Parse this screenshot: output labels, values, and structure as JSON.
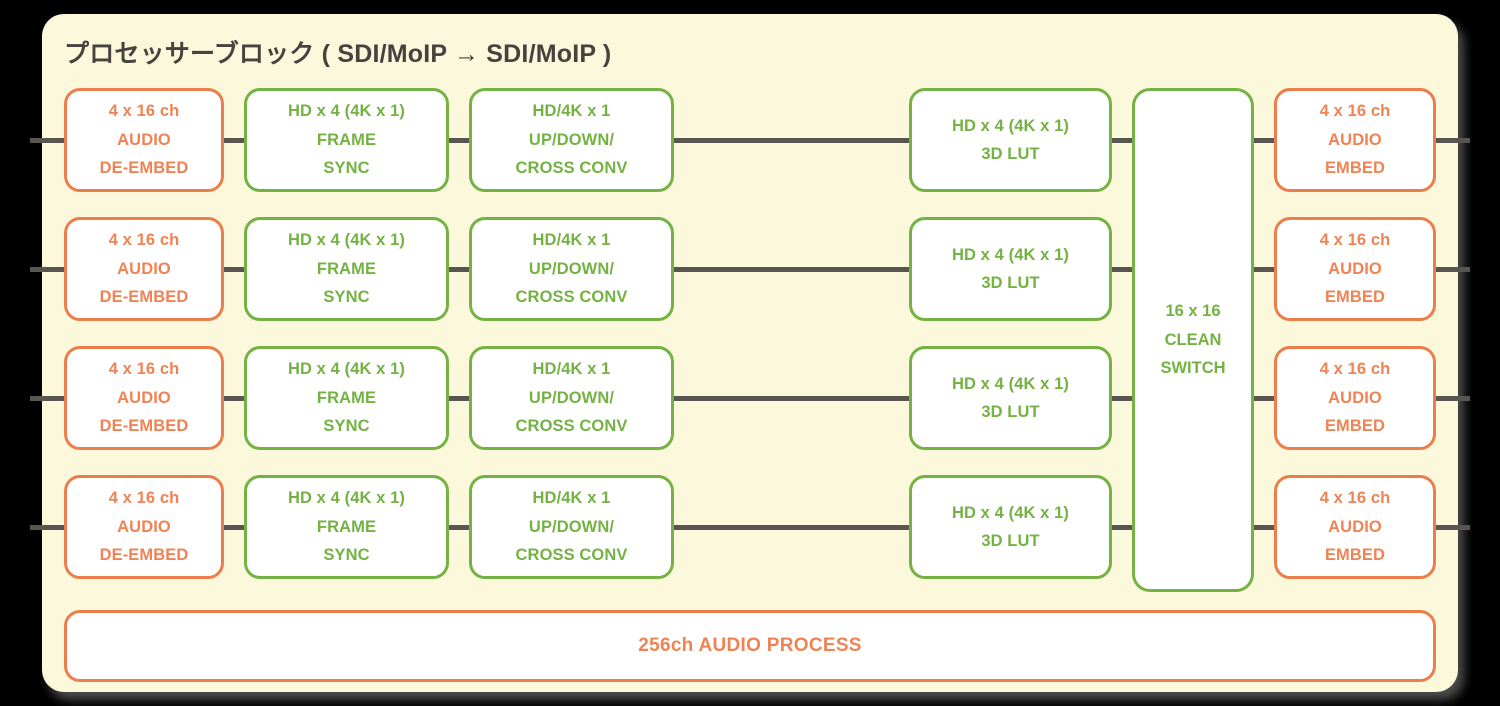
{
  "panel": {
    "title": "プロセッサーブロック ( SDI/MoIP → SDI/MoIP )",
    "background_color": "#FBF8DC",
    "page_background_color": "#000000"
  },
  "colors": {
    "orange": "#F08354",
    "orange_border": "#EC7E4C",
    "green": "#74B243",
    "green_border": "#75B244",
    "wire": "#595651",
    "title_text": "#46423E",
    "box_fill": "#FFFFFF"
  },
  "columns": [
    {
      "id": "audio-de-embed",
      "color": "orange",
      "lines": [
        "4 x 16 ch",
        "AUDIO",
        "DE-EMBED"
      ]
    },
    {
      "id": "frame-sync",
      "color": "green",
      "lines": [
        "HD x 4 (4K x 1)",
        "FRAME",
        "SYNC"
      ]
    },
    {
      "id": "up-down-cross-conv",
      "color": "green",
      "lines": [
        "HD/4K x 1",
        "UP/DOWN/",
        "CROSS CONV"
      ]
    },
    {
      "id": "3d-lut",
      "color": "green",
      "lines": [
        "HD x 4 (4K x 1)",
        "3D LUT"
      ]
    },
    {
      "id": "audio-embed",
      "color": "orange",
      "lines": [
        "4 x 16 ch",
        "AUDIO",
        "EMBED"
      ]
    }
  ],
  "clean_switch": {
    "lines": [
      "16 x 16",
      "CLEAN",
      "SWITCH"
    ],
    "color": "green"
  },
  "audio_process_bar": {
    "label": "256ch AUDIO PROCESS",
    "color": "orange"
  },
  "rows": [
    {
      "index": 1,
      "blocks": [
        "audio-de-embed",
        "frame-sync",
        "up-down-cross-conv",
        "3d-lut",
        "audio-embed"
      ]
    },
    {
      "index": 2,
      "blocks": [
        "audio-de-embed",
        "frame-sync",
        "up-down-cross-conv",
        "3d-lut",
        "audio-embed"
      ]
    },
    {
      "index": 3,
      "blocks": [
        "audio-de-embed",
        "frame-sync",
        "up-down-cross-conv",
        "3d-lut",
        "audio-embed"
      ]
    },
    {
      "index": 4,
      "blocks": [
        "audio-de-embed",
        "frame-sync",
        "up-down-cross-conv",
        "3d-lut",
        "audio-embed"
      ]
    }
  ],
  "row_count": 4
}
